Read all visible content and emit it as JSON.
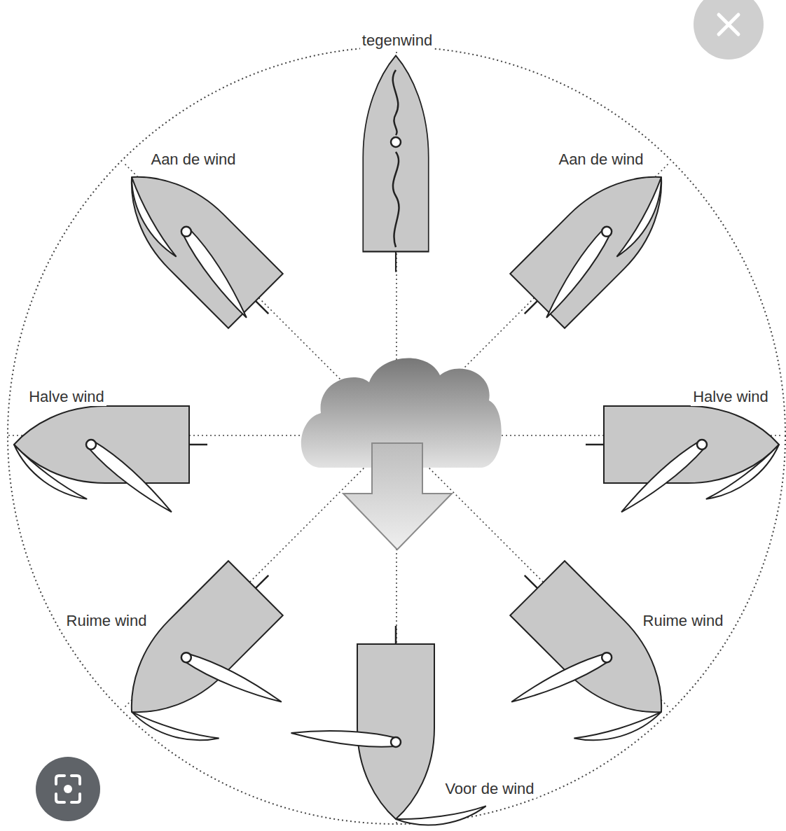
{
  "diagram": {
    "labels": [
      "tegenwind",
      "Aan de wind",
      "Aan de wind",
      "Halve wind",
      "Halve wind",
      "Ruime wind",
      "Ruime wind",
      "Voor de wind"
    ]
  }
}
